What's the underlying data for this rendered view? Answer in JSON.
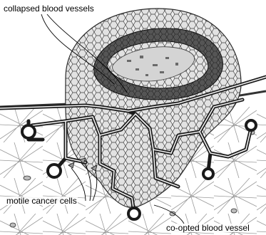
{
  "labels": {
    "collapsed_vessels": "collapsed blood vessels",
    "motile_cells": "motile cancer cells",
    "coopted_vessel": "co-opted blood vessel"
  },
  "colors": {
    "background": "#ffffff",
    "cell_fill": "#e4e4e4",
    "cell_stroke": "#3a3a3a",
    "collapsed_ring": "#4a4a4a",
    "core_fill": "#cfcfcf",
    "vessel_stroke": "#1a1a1a",
    "matrix_lines": "#9a9a9a"
  }
}
